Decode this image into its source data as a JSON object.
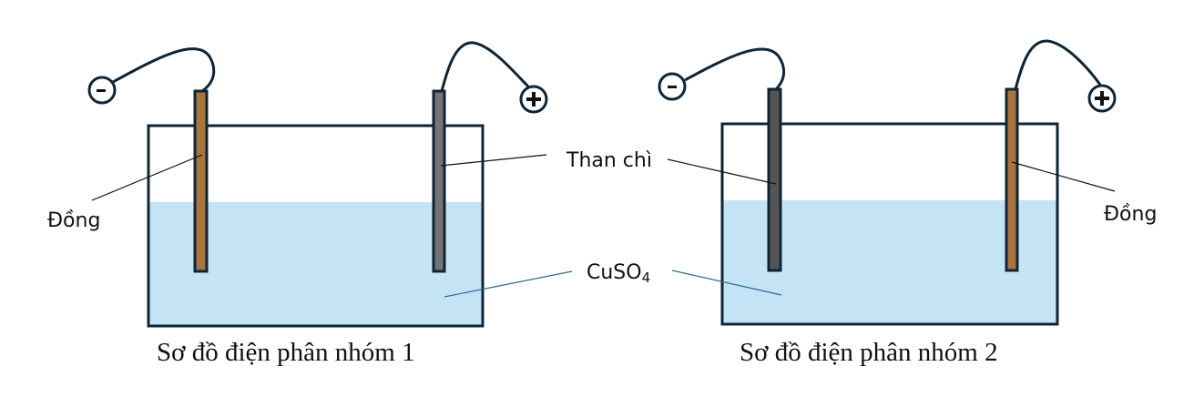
{
  "colors": {
    "outline": "#0f2536",
    "solution": "#c4e4f5",
    "copper": "#a8753e",
    "graphite_1": "#747474",
    "graphite_2": "#555555",
    "leader": "#111111",
    "solution_leader": "#2f6b8f"
  },
  "labels": {
    "graphite": "Than chì",
    "copper_left": "Đồng",
    "copper_right": "Đồng",
    "solution_main": "CuSO",
    "solution_sub": "4"
  },
  "terminals": {
    "negative_symbol": "-",
    "positive_symbol": "+"
  },
  "diagrams": [
    {
      "caption": "Sơ đồ điện phân nhóm 1",
      "cathode_material": "Đồng",
      "anode_material": "Than chì",
      "electrolyte": "CuSO4"
    },
    {
      "caption": "Sơ đồ điện phân nhóm 2",
      "cathode_material": "Than chì",
      "anode_material": "Đồng",
      "electrolyte": "CuSO4"
    }
  ]
}
